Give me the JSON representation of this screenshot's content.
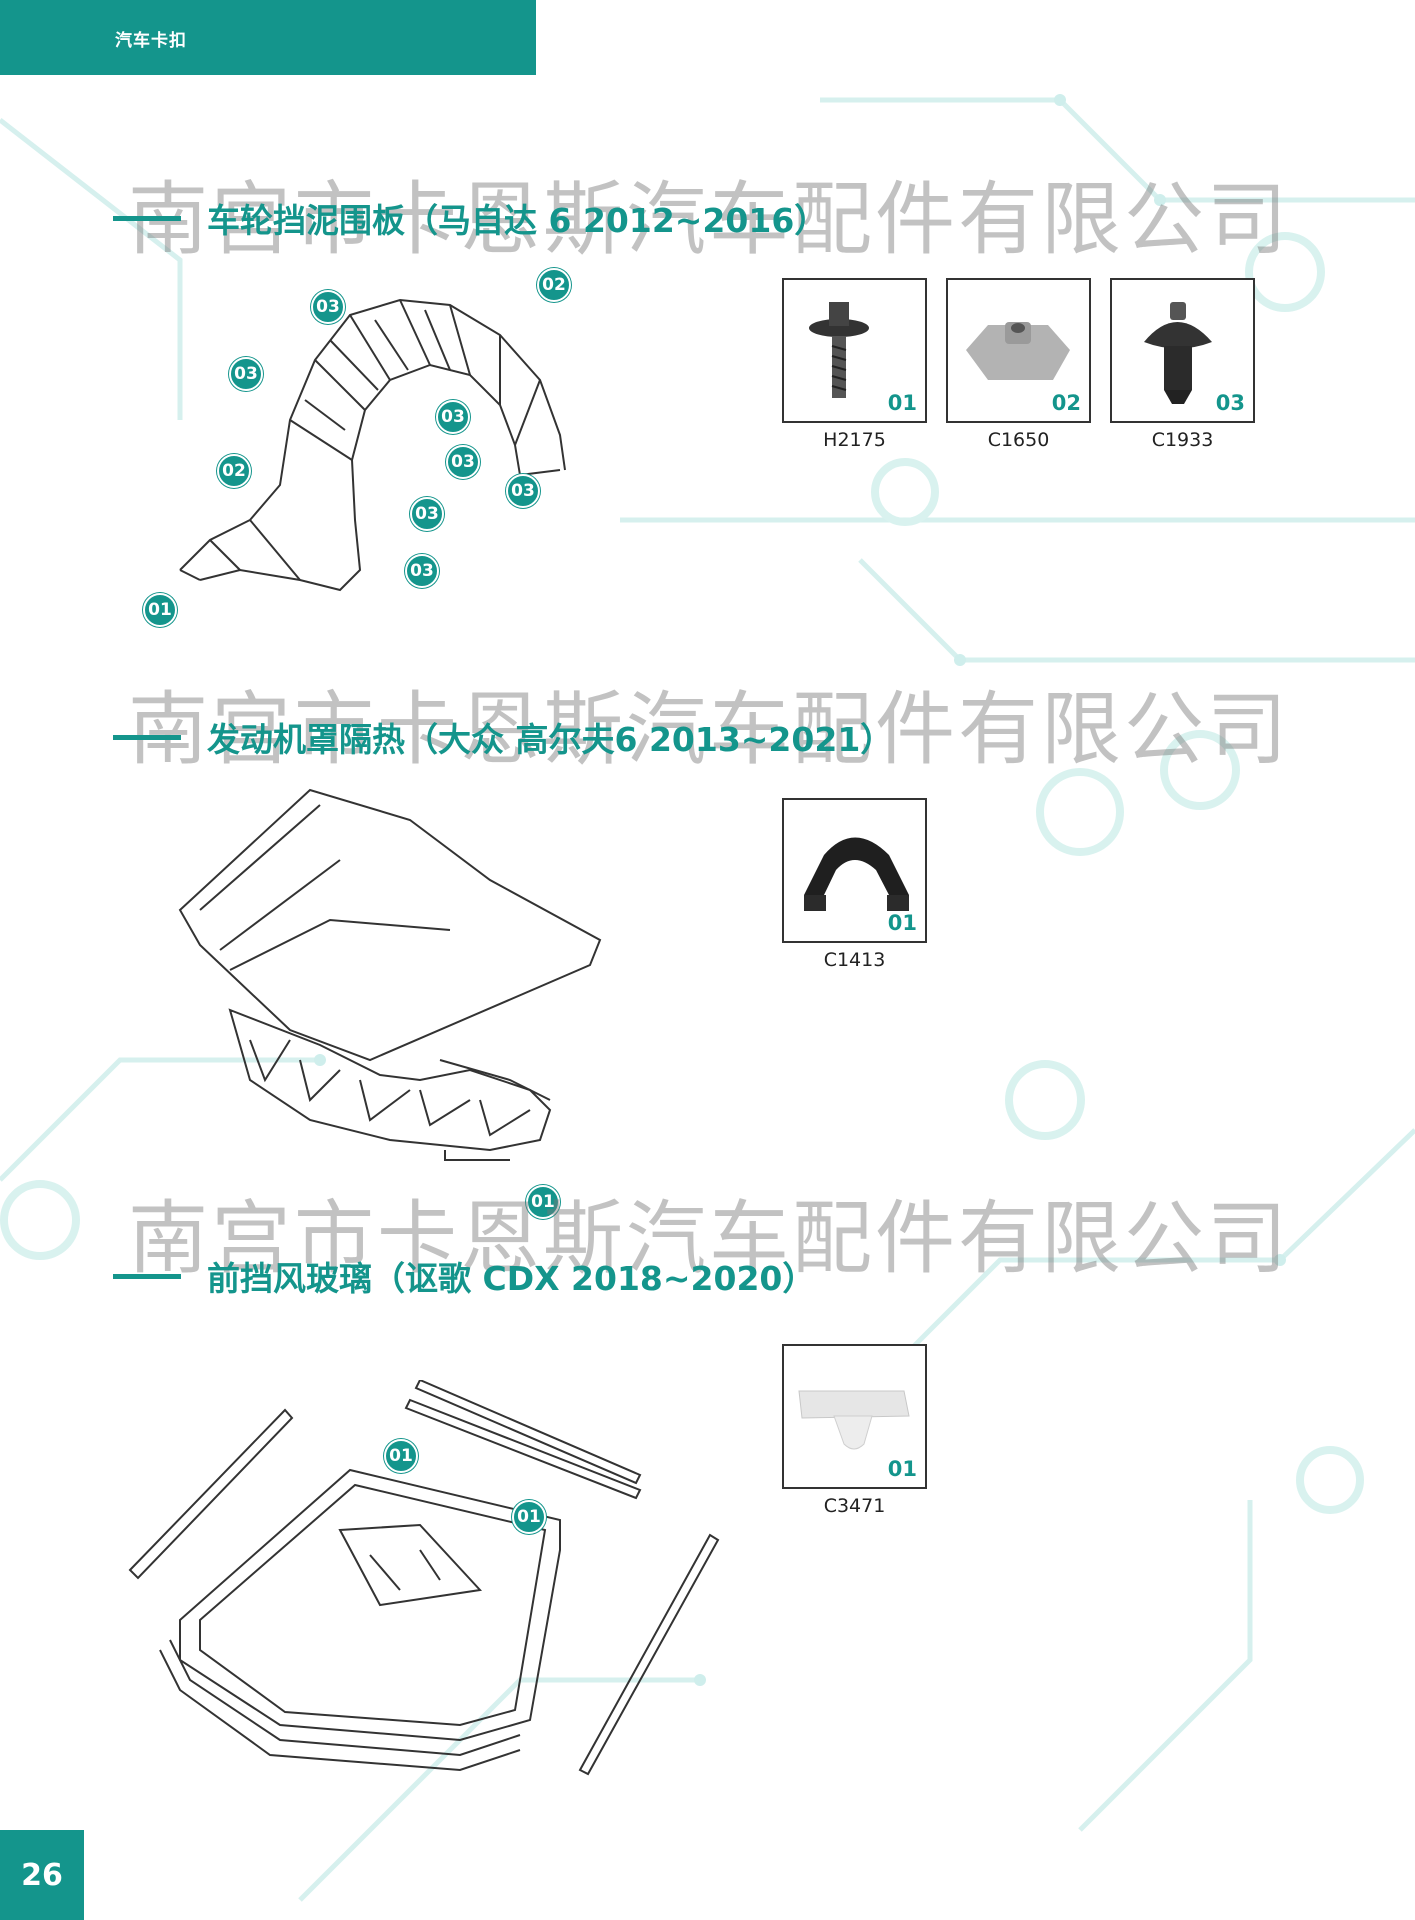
{
  "header": {
    "title": "汽车卡扣"
  },
  "watermark": {
    "text": "南宫市卡恩斯汽车配件有限公司"
  },
  "sections": [
    {
      "title": "车轮挡泥围板（马自达 6 2012~2016）",
      "callouts": [
        "03",
        "02",
        "03",
        "03",
        "02",
        "03",
        "03",
        "03",
        "03",
        "01"
      ],
      "parts": [
        {
          "number": "01",
          "code": "H2175",
          "icon": "bolt-icon"
        },
        {
          "number": "02",
          "code": "C1650",
          "icon": "u-nut-icon"
        },
        {
          "number": "03",
          "code": "C1933",
          "icon": "push-rivet-icon"
        }
      ]
    },
    {
      "title": "发动机罩隔热（大众 高尔夫6 2013~2021）",
      "callouts": [
        "01"
      ],
      "parts": [
        {
          "number": "01",
          "code": "C1413",
          "icon": "clip-icon"
        }
      ]
    },
    {
      "title": "前挡风玻璃（讴歌 CDX 2018~2020）",
      "callouts": [
        "01",
        "01"
      ],
      "parts": [
        {
          "number": "01",
          "code": "C3471",
          "icon": "glass-clip-icon"
        }
      ]
    }
  ],
  "page_number": "26",
  "colors": {
    "accent": "#14958c"
  }
}
